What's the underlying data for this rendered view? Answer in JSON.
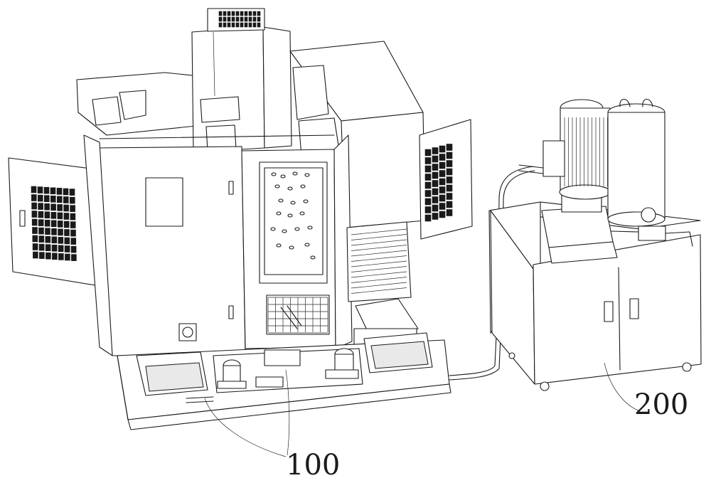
{
  "figure": {
    "callouts": [
      {
        "id": "machine",
        "label": "100"
      },
      {
        "id": "hydraulic-unit",
        "label": "200"
      }
    ]
  }
}
